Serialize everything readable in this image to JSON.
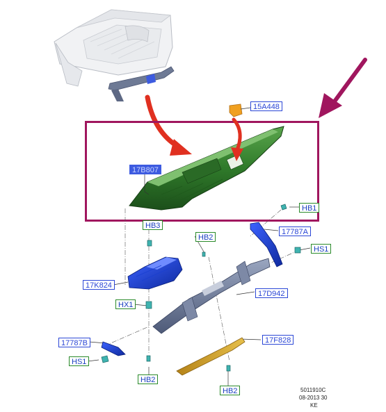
{
  "diagram": {
    "labels": {
      "part_15A448": "15A448",
      "part_17B807": "17B807",
      "part_HB1": "HB1",
      "part_HB3": "HB3",
      "part_HB2_top": "HB2",
      "part_17787A": "17787A",
      "part_HS1_right": "HS1",
      "part_17K824": "17K824",
      "part_17D942": "17D942",
      "part_HX1": "HX1",
      "part_17F828": "17F828",
      "part_17787B": "17787B",
      "part_HS1_left": "HS1",
      "part_HB2_left": "HB2",
      "part_HB2_bottom": "HB2"
    },
    "footer": {
      "line1": "5011910C",
      "line2": "08-2013 30",
      "line3": "KE"
    },
    "colors": {
      "highlight_box": "#a0165e",
      "arrow_red": "#e03020",
      "step_green": "#2f7a2a",
      "bracket_blue": "#1a3fd0",
      "frame_grey": "#6e7a95",
      "trim_gold": "#c89a2a",
      "fastener_teal": "#3fb3b0",
      "pointer_purple": "#a0165e"
    }
  }
}
